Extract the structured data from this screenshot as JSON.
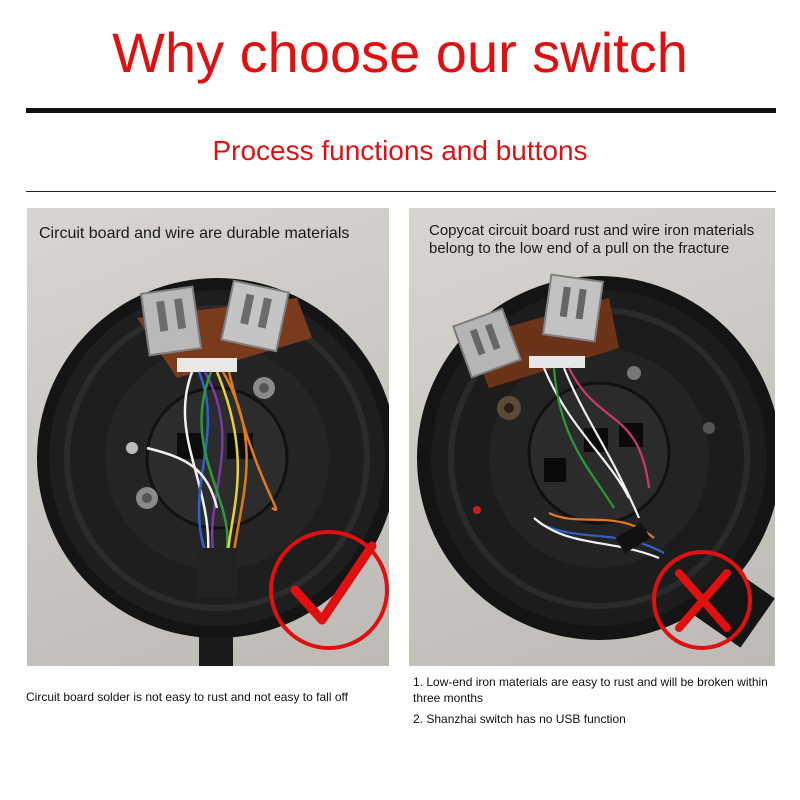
{
  "header": {
    "title": "Why choose our switch",
    "subtitle": "Process functions and buttons"
  },
  "left_panel": {
    "caption": "Circuit board and wire are durable materials",
    "mark_icon": "check-icon",
    "note": "Circuit board solder is not easy to rust and not easy to fall off"
  },
  "right_panel": {
    "caption": "Copycat circuit board rust and wire iron materials belong to the low end of a pull on the fracture",
    "mark_icon": "cross-icon",
    "notes": [
      "1. Low-end iron materials are easy to rust and will be broken within three months",
      "2. Shanzhai switch has no USB function"
    ]
  },
  "colors": {
    "accent": "#e01010",
    "rule": "#111111",
    "housing": "#141414"
  }
}
